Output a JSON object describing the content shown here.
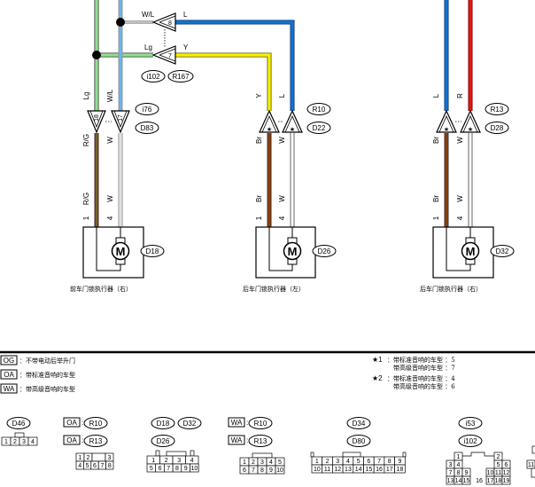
{
  "colors": {
    "Lg": "#8fe08f",
    "WL_light": "#6bb6ee",
    "L": "#0f74d6",
    "Y": "#f5f000",
    "R": "#ee1111",
    "RG_red": "#b3201a",
    "RG_green": "#3aa03a",
    "Br": "#8a3c0c",
    "W": "#c8c8c8",
    "gray": "#a8a8a8"
  },
  "junction": {
    "wires_in": [
      "W/L",
      "Lg"
    ],
    "wires_out": [
      "L",
      "Y"
    ],
    "pins": [
      "8",
      "7"
    ],
    "connectors": [
      "i102",
      "R167"
    ]
  },
  "front_right": {
    "wire_top": [
      "Lg",
      "W/L"
    ],
    "pins": [
      "18",
      "17"
    ],
    "connectors": [
      "i76",
      "D83"
    ],
    "wire_mid": [
      "R/G",
      "W"
    ],
    "wire_low": [
      "R/G",
      "W"
    ],
    "terminals": [
      "1",
      "4"
    ],
    "motor": "M",
    "device_connector": "D18",
    "caption": "前车门锁执行器（右）"
  },
  "rear_left": {
    "wire_top": [
      "Y",
      "L"
    ],
    "pins": [
      "★",
      "★"
    ],
    "connectors": [
      "R10",
      "D22"
    ],
    "wire_mid": [
      "Br",
      "W"
    ],
    "wire_low": [
      "Br",
      "W"
    ],
    "terminals": [
      "1",
      "4"
    ],
    "motor": "M",
    "device_connector": "D26",
    "caption": "后车门锁执行器（左）"
  },
  "rear_right": {
    "wire_top": [
      "L",
      "R"
    ],
    "pins": [
      "★",
      "★"
    ],
    "connectors": [
      "R13",
      "D28"
    ],
    "wire_mid": [
      "Br",
      "W"
    ],
    "wire_low": [
      "Br",
      "W"
    ],
    "terminals": [
      "1",
      "4"
    ],
    "motor": "M",
    "device_connector": "D32",
    "caption": "后车门锁执行器（右）"
  },
  "legend": [
    {
      "code": "OG",
      "text": "：不带电动后举升门"
    },
    {
      "code": "OA",
      "text": "：带标准音响的车型"
    },
    {
      "code": "WA",
      "text": "：带高级音响的车型"
    }
  ],
  "notes": [
    {
      "mark": "★1",
      "lines": [
        "：带标准音响的车型 ：5",
        "带高级音响的车型 ：7"
      ]
    },
    {
      "mark": "★2",
      "lines": [
        "：带标准音响的车型 ：4",
        "带高级音响的车型 ：6"
      ]
    }
  ],
  "connector_views": [
    {
      "labels": [
        "D46"
      ],
      "rows": [
        [
          "1",
          "2",
          "3",
          "4"
        ]
      ]
    },
    {
      "prefixed": [
        {
          "code": "OA",
          "conn": "R10"
        },
        {
          "code": "OA",
          "conn": "R13"
        }
      ],
      "rows": [
        [
          "1",
          "2",
          "",
          "3"
        ],
        [
          "4",
          "5",
          "6",
          "7",
          "8"
        ]
      ]
    },
    {
      "labels": [
        "D18",
        "D32",
        "D26"
      ],
      "rows": [
        [
          "1",
          "2",
          "3",
          "4"
        ],
        [
          "5",
          "6",
          "7",
          "8",
          "9",
          "10"
        ]
      ]
    },
    {
      "prefixed": [
        {
          "code": "WA",
          "conn": "R10"
        },
        {
          "code": "WA",
          "conn": "R13"
        }
      ],
      "rows": [
        [
          "1",
          "2",
          "3",
          "4",
          "5"
        ],
        [
          "6",
          "7",
          "8",
          "9",
          "10"
        ]
      ]
    },
    {
      "labels": [
        "D34",
        "D80"
      ],
      "rows": [
        [
          "1",
          "2",
          "3",
          "4",
          "5",
          "6",
          "7",
          "8",
          "9"
        ],
        [
          "10",
          "11",
          "12",
          "13",
          "14",
          "15",
          "16",
          "17",
          "18"
        ]
      ]
    },
    {
      "labels": [
        "i53",
        "i102"
      ],
      "rows": [
        [
          "1",
          "2"
        ],
        [
          "3",
          "4",
          "5",
          "6"
        ],
        [
          "7",
          "8",
          "9",
          "10",
          "11",
          "12"
        ],
        [
          "13",
          "14",
          "15",
          "16",
          "17",
          "18",
          "19"
        ]
      ]
    },
    {
      "partial": [
        "11"
      ]
    }
  ]
}
